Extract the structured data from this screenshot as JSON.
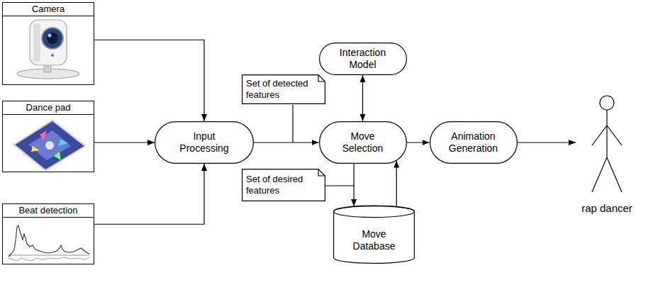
{
  "diagram": {
    "nodes": [
      {
        "text": [
          "Camera"
        ]
      },
      {
        "text": [
          "Dance pad"
        ]
      },
      {
        "text": [
          "Beat detection"
        ]
      },
      {
        "text": [
          "Input Processing"
        ]
      },
      {
        "text": [
          "Set of detected features"
        ]
      },
      {
        "text": [
          "Interaction Model"
        ]
      },
      {
        "text": [
          "Move Selection"
        ]
      },
      {
        "text": [
          "Set of desired features"
        ]
      },
      {
        "text": [
          "Move Database"
        ]
      },
      {
        "text": [
          "Animation Generation"
        ]
      },
      {
        "text": [
          "rap dancer"
        ]
      }
    ],
    "edges": [
      {
        "from": 0,
        "to": 3,
        "arrow": "to"
      },
      {
        "from": 1,
        "to": 3,
        "arrow": "to"
      },
      {
        "from": 2,
        "to": 3,
        "arrow": "to"
      },
      {
        "from": 3,
        "to": 6,
        "arrow": "to"
      },
      {
        "from": 5,
        "to": 6,
        "arrow": "both"
      },
      {
        "from": 6,
        "to": 8,
        "arrow": "to"
      },
      {
        "from": 8,
        "to": 6,
        "arrow": "to"
      },
      {
        "from": 6,
        "to": 9,
        "arrow": "to"
      },
      {
        "from": 9,
        "to": 10,
        "arrow": "to"
      }
    ]
  }
}
